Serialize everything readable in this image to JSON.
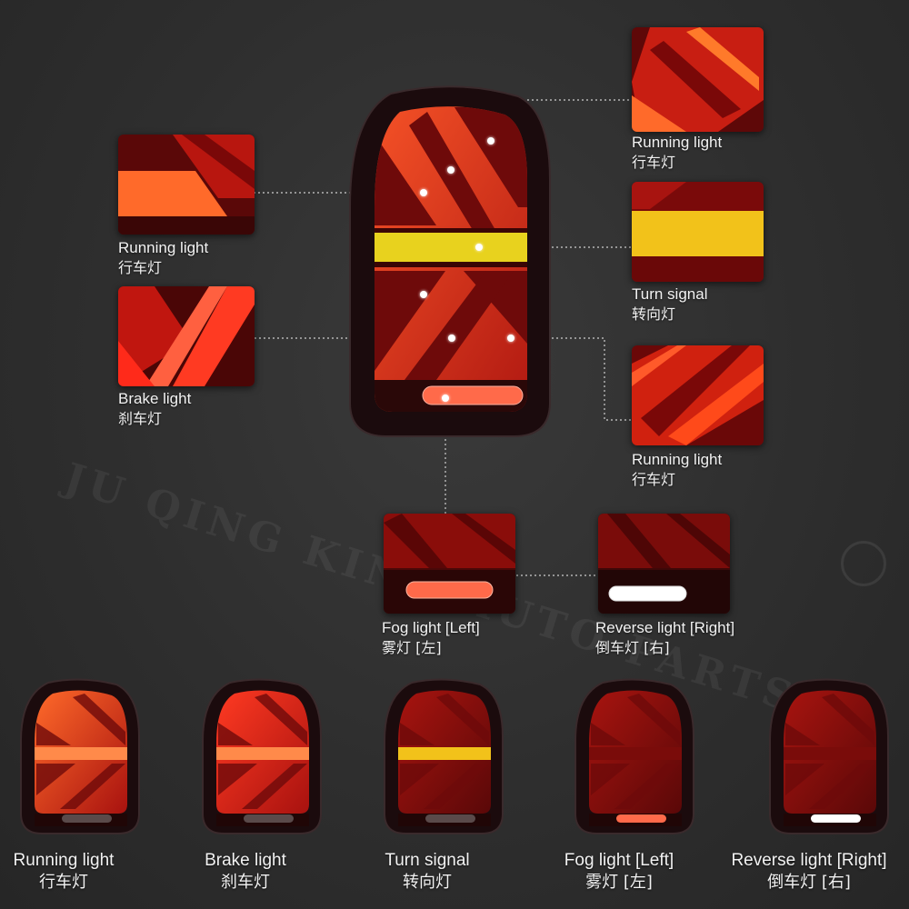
{
  "watermark": "JU QING KING AUTO PARTS",
  "colors": {
    "running": "#e8401e",
    "brake": "#ff2a1a",
    "turn": "#f2c21a",
    "fog": "#ff5a3a",
    "reverse": "#ffffff",
    "housing": "#1a0a0c"
  },
  "callouts": {
    "running_top_right": {
      "en": "Running light",
      "zh": "行车灯"
    },
    "turn_right": {
      "en": "Turn signal",
      "zh": "转向灯"
    },
    "running_mid_right": {
      "en": "Running light",
      "zh": "行车灯"
    },
    "running_left": {
      "en": "Running light",
      "zh": "行车灯"
    },
    "brake_left": {
      "en": "Brake light",
      "zh": "刹车灯"
    },
    "fog_left": {
      "en": "Fog light [Left]",
      "zh": "雾灯 [左]"
    },
    "reverse_right": {
      "en": "Reverse light [Right]",
      "zh": "倒车灯 [右]"
    }
  },
  "bottom_row": [
    {
      "en": "Running light",
      "zh": "行车灯",
      "mode": "running"
    },
    {
      "en": "Brake light",
      "zh": "刹车灯",
      "mode": "brake"
    },
    {
      "en": "Turn signal",
      "zh": "转向灯",
      "mode": "turn"
    },
    {
      "en": "Fog light [Left]",
      "zh": "雾灯 [左]",
      "mode": "fog"
    },
    {
      "en": "Reverse light [Right]",
      "zh": "倒车灯 [右]",
      "mode": "reverse"
    }
  ]
}
